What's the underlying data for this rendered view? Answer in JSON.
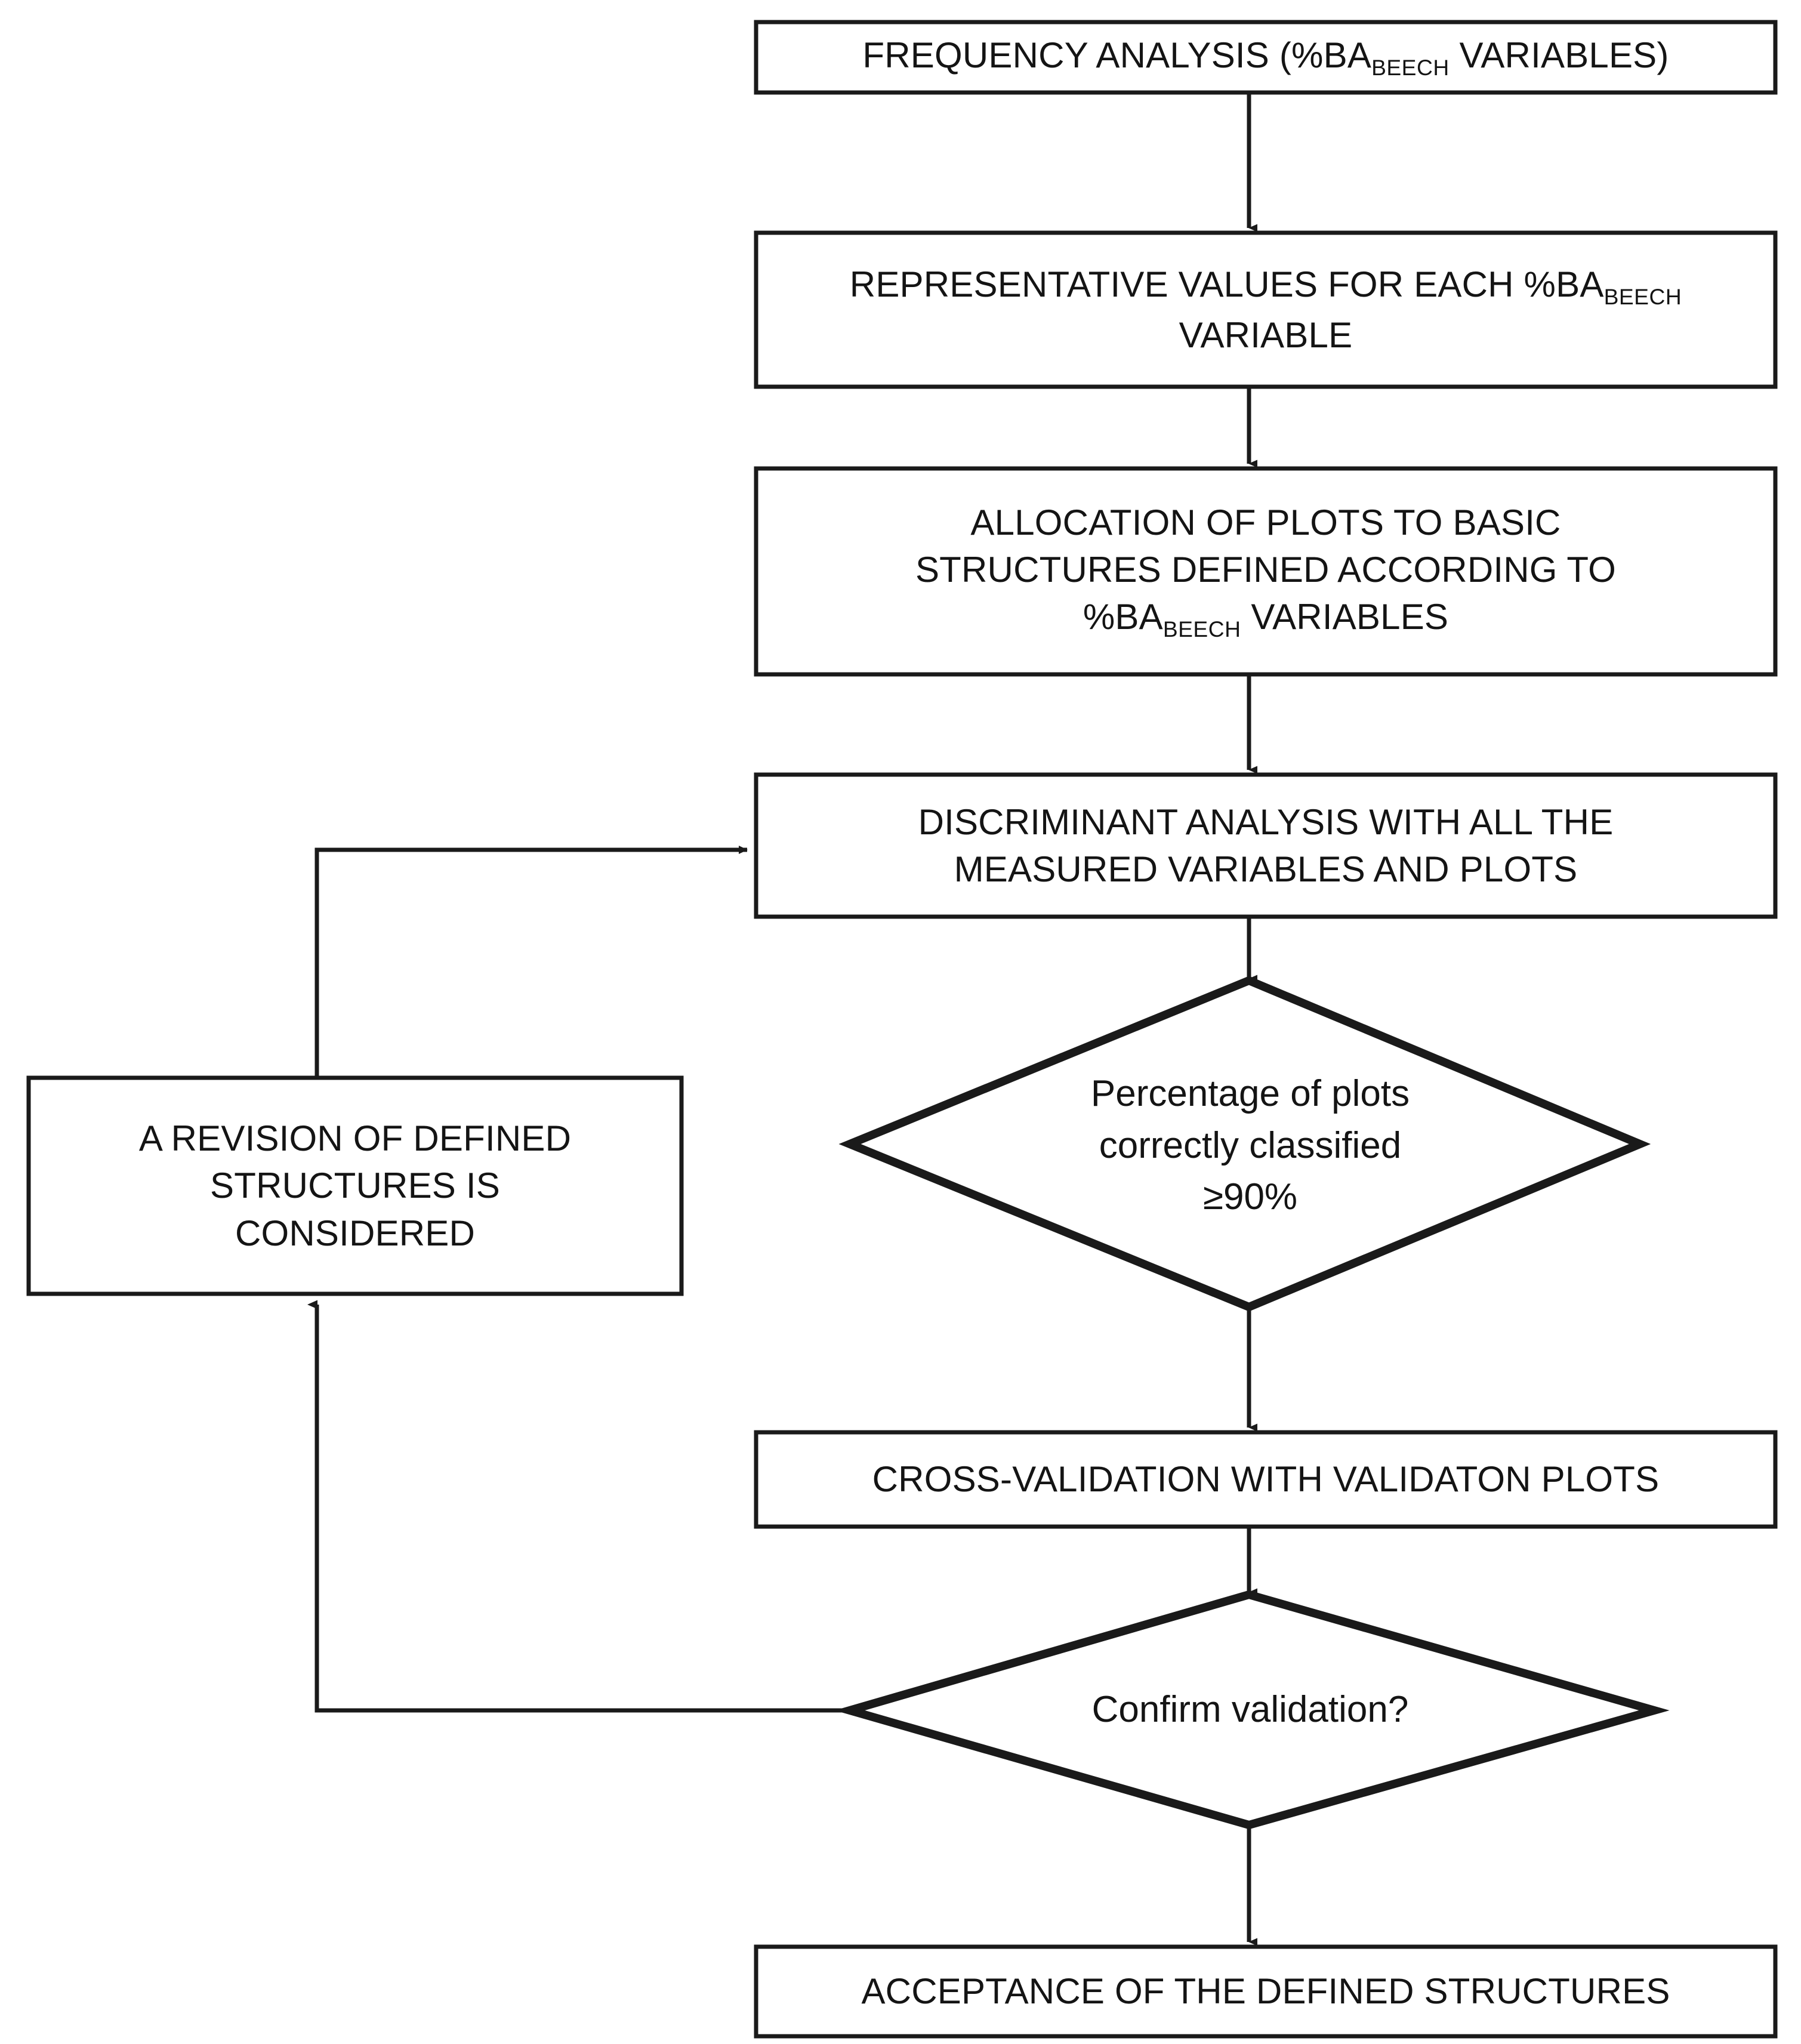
{
  "diagram": {
    "title": "Flowchart of discriminant analysis procedure for defining forest structures",
    "type": "flowchart",
    "background_color": "#ffffff",
    "line_color": "#1a1a1a",
    "text_color": "#141414"
  },
  "nodes": {
    "frequency_analysis": {
      "shape": "process-box",
      "text_prefix": "FREQUENCY ANALYSIS (%BA",
      "text_subscript": "BEECH",
      "text_suffix": " VARIABLES)",
      "full_text": "FREQUENCY ANALYSIS (%BABEECH VARIABLES)"
    },
    "representative_values": {
      "shape": "process-box",
      "line1_prefix": "REPRESENTATIVE VALUES FOR EACH %BA",
      "line1_subscript": "BEECH",
      "line2": "VARIABLE",
      "full_text": "REPRESENTATIVE VALUES FOR EACH %BABEECH VARIABLE"
    },
    "allocation_of_plots": {
      "shape": "process-box",
      "line1": "ALLOCATION OF PLOTS TO BASIC",
      "line2": "STRUCTURES DEFINED ACCORDING TO",
      "line3_prefix": "%BA",
      "line3_subscript": "BEECH",
      "line3_suffix": " VARIABLES",
      "full_text": "ALLOCATION OF PLOTS TO BASIC STRUCTURES DEFINED ACCORDING TO %BABEECH VARIABLES"
    },
    "discriminant_analysis": {
      "shape": "process-box",
      "line1": "DISCRIMINANT ANALYSIS WITH ALL THE",
      "line2": "MEASURED VARIABLES AND PLOTS",
      "full_text": "DISCRIMINANT ANALYSIS WITH ALL THE MEASURED VARIABLES AND PLOTS"
    },
    "percentage_decision": {
      "shape": "decision-diamond",
      "line1": "Percentage of plots",
      "line2": "correctly classified",
      "line3": "≥90%",
      "full_text": "Percentage of plots correctly classified ≥90%"
    },
    "revision_box": {
      "shape": "process-box",
      "line1": "A REVISION OF DEFINED",
      "line2": "STRUCTURES IS",
      "line3": "CONSIDERED",
      "full_text": "A REVISION OF DEFINED STRUCTURES IS CONSIDERED"
    },
    "cross_validation": {
      "shape": "process-box",
      "line1": "CROSS-VALIDATION WITH VALIDATON PLOTS",
      "full_text": "CROSS-VALIDATION WITH VALIDATON PLOTS"
    },
    "confirm_validation": {
      "shape": "decision-diamond",
      "line1": "Confirm validation?",
      "full_text": "Confirm validation?"
    },
    "acceptance": {
      "shape": "process-box",
      "line1": "ACCEPTANCE OF THE DEFINED STRUCTURES",
      "full_text": "ACCEPTANCE OF THE DEFINED STRUCTURES"
    }
  },
  "edges": [
    {
      "id": "e1",
      "from": "frequency_analysis",
      "to": "representative_values",
      "style": "arrow-down",
      "label": ""
    },
    {
      "id": "e2",
      "from": "representative_values",
      "to": "allocation_of_plots",
      "style": "arrow-down",
      "label": ""
    },
    {
      "id": "e3",
      "from": "allocation_of_plots",
      "to": "discriminant_analysis",
      "style": "arrow-down",
      "label": ""
    },
    {
      "id": "e4",
      "from": "discriminant_analysis",
      "to": "percentage_decision",
      "style": "arrow-down",
      "label": ""
    },
    {
      "id": "e5",
      "from": "percentage_decision",
      "to": "cross_validation",
      "style": "arrow-down",
      "label": ""
    },
    {
      "id": "e6",
      "from": "cross_validation",
      "to": "confirm_validation",
      "style": "arrow-down",
      "label": ""
    },
    {
      "id": "e7",
      "from": "confirm_validation",
      "to": "acceptance",
      "style": "arrow-down",
      "label": ""
    },
    {
      "id": "e8",
      "from": "confirm_validation",
      "to": "revision_box",
      "style": "elbow-left-up-arrow",
      "label": ""
    },
    {
      "id": "e9",
      "from": "revision_box",
      "to": "discriminant_analysis",
      "style": "elbow-up-right-arrow",
      "label": ""
    }
  ]
}
